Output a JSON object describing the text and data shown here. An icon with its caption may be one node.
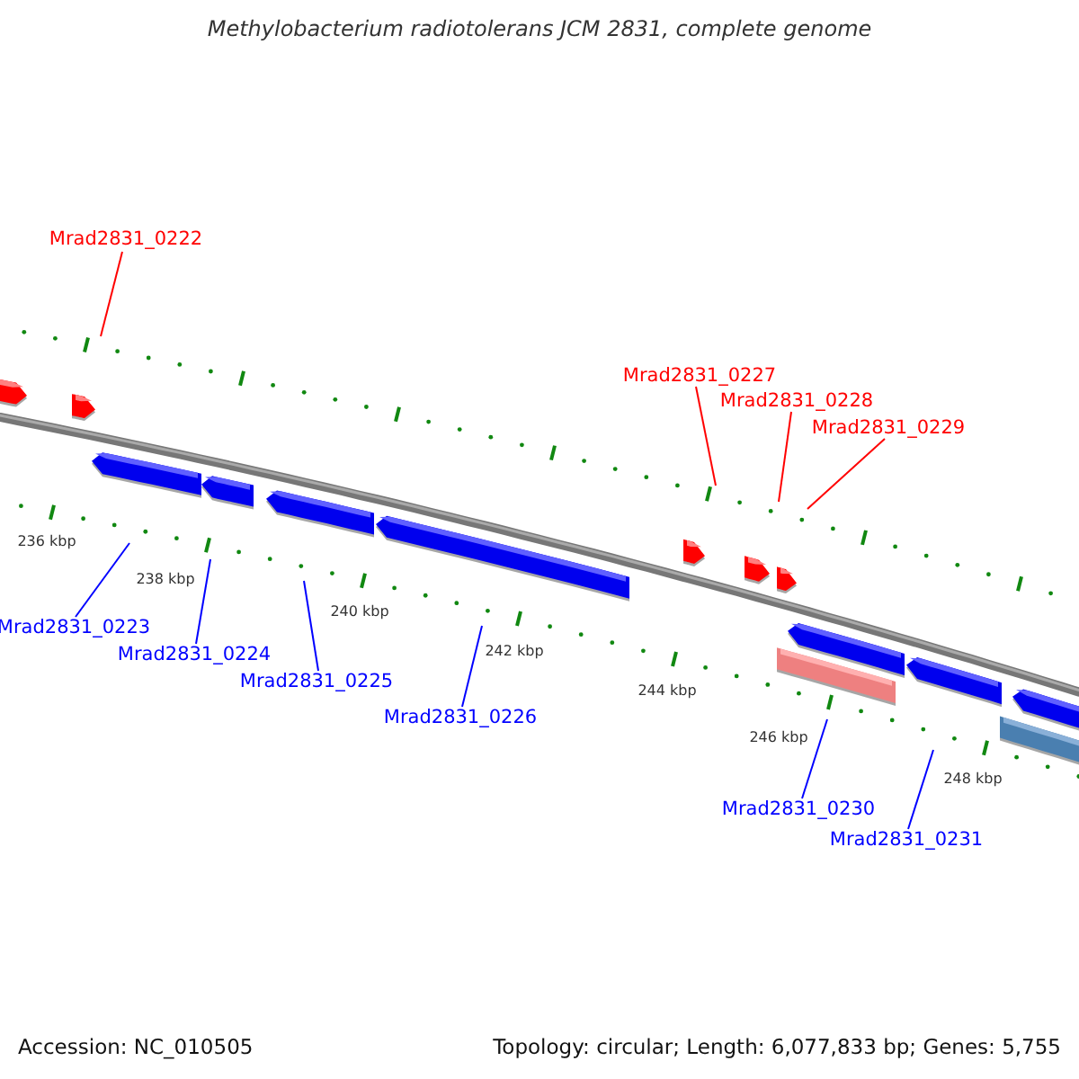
{
  "diagram": {
    "title": "Methylobacterium radiotolerans JCM 2831, complete genome",
    "nodes": [
      {
        "text": [
          "Mrad2831_0222"
        ]
      },
      {
        "text": [
          "Mrad2831_0227"
        ]
      },
      {
        "text": [
          "Mrad2831_0228"
        ]
      },
      {
        "text": [
          "Mrad2831_0229"
        ]
      },
      {
        "text": [
          "Mrad2831_0223"
        ]
      },
      {
        "text": [
          "Mrad2831_0224"
        ]
      },
      {
        "text": [
          "Mrad2831_0225"
        ]
      },
      {
        "text": [
          "Mrad2831_0226"
        ]
      },
      {
        "text": [
          "Mrad2831_0230"
        ]
      },
      {
        "text": [
          "Mrad2831_0231"
        ]
      }
    ],
    "edges": [
      {
        "from": 0,
        "to": null,
        "arrow": "none",
        "color": "#ff0000"
      },
      {
        "from": 1,
        "to": null,
        "arrow": "none",
        "color": "#ff0000"
      },
      {
        "from": 2,
        "to": null,
        "arrow": "none",
        "color": "#ff0000"
      },
      {
        "from": 3,
        "to": null,
        "arrow": "none",
        "color": "#ff0000"
      },
      {
        "from": 4,
        "to": null,
        "arrow": "none"
      },
      {
        "from": 5,
        "to": null,
        "arrow": "none"
      },
      {
        "from": 6,
        "to": null,
        "arrow": "none"
      },
      {
        "from": 7,
        "to": null,
        "arrow": "none"
      },
      {
        "from": 8,
        "to": null,
        "arrow": "none"
      },
      {
        "from": 9,
        "to": null,
        "arrow": "none"
      }
    ],
    "labels": [
      "236 kbp",
      "238 kbp",
      "240 kbp",
      "242 kbp",
      "244 kbp",
      "246 kbp",
      "248 kbp",
      "Accession: NC_010505",
      "Topology: circular; Length: 6,077,833 bp; Genes: 5,755"
    ]
  }
}
